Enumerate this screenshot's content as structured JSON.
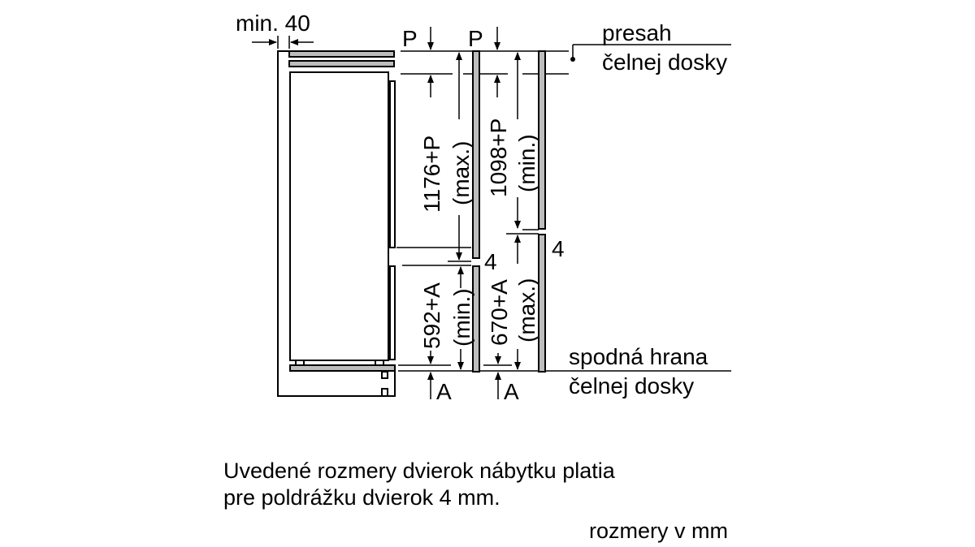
{
  "diagram": {
    "min_gap_label": "min. 40",
    "p_label_1": "P",
    "p_label_2": "P",
    "dim_upper_max": "1176+P",
    "dim_upper_max_note": "(max.)",
    "dim_upper_min": "1098+P",
    "dim_upper_min_note": "(min.)",
    "dim_lower_min": "592+A",
    "dim_lower_min_note": "(min.)",
    "dim_lower_max": "670+A",
    "dim_lower_max_note": "(max.)",
    "gap_label_1": "4",
    "gap_label_2": "4",
    "a_label_1": "A",
    "a_label_2": "A",
    "presah_line1": "presah",
    "presah_line2": "čelnej dosky",
    "spodna_line1": "spodná hrana",
    "spodna_line2": "čelnej dosky"
  },
  "notes": {
    "line1": "Uvedené rozmery dvierok nábytku platia",
    "line2": "pre poldrážku dvierok 4 mm.",
    "units": "rozmery v mm"
  }
}
